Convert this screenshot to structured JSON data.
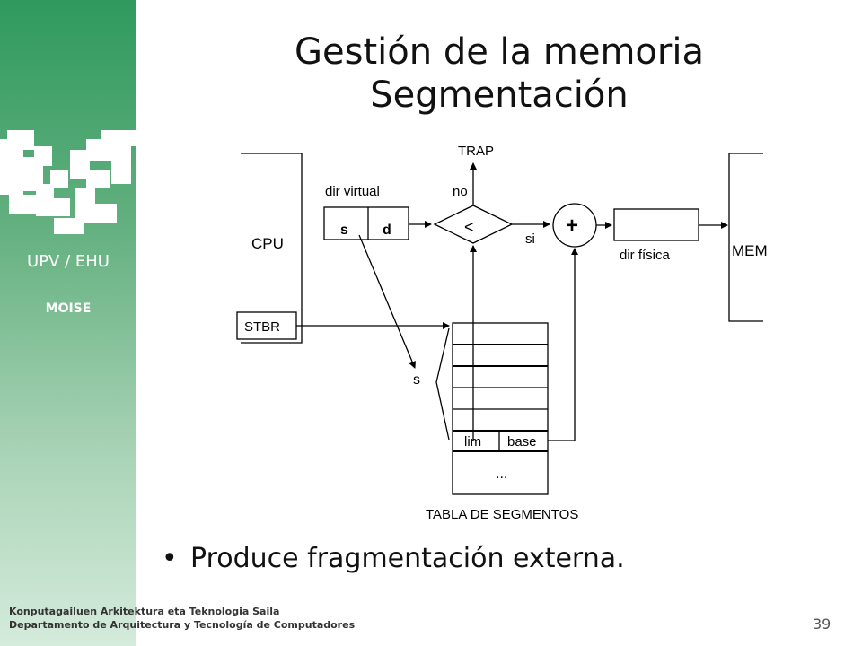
{
  "org": {
    "name": "UPV / EHU",
    "sub": "MOISE"
  },
  "title": {
    "line1": "Gestión de la memoria",
    "line2": "Segmentación"
  },
  "diagram": {
    "cpu": "CPU",
    "mem": "MEM",
    "trap": "TRAP",
    "no": "no",
    "si": "si",
    "dir_virtual": "dir virtual",
    "s": "s",
    "d": "d",
    "less_than": "<",
    "plus": "+",
    "dir_fisica": "dir física",
    "stbr": "STBR",
    "s_index": "s",
    "lim": "lim",
    "base": "base",
    "ellipsis": "...",
    "tabla": "TABLA DE SEGMENTOS"
  },
  "bullet": "Produce fragmentación externa.",
  "footer": {
    "line1": "Konputagailuen Arkitektura eta Teknologia Saila",
    "line2": "Departamento de Arquitectura y Tecnología de Computadores"
  },
  "page_number": "39",
  "colors": {
    "sidebar_top": "#2f9a5e",
    "sidebar_bottom": "#d5ebdc"
  }
}
